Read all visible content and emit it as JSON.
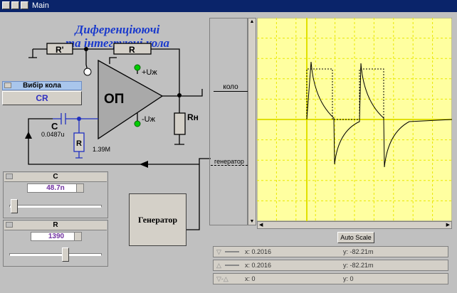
{
  "window": {
    "title": "Main"
  },
  "header": {
    "title_line1": "Диференціюючі",
    "title_line2": "та інтегруючі кола"
  },
  "circuit": {
    "r_prime_label": "R'",
    "r_label": "R",
    "opamp_label": "ОП",
    "plus_supply": "+Uж",
    "minus_supply": "-Uж",
    "load_label": "Rн",
    "c_label": "C",
    "c_value": "0.0487u",
    "r_small_label": "R",
    "r_value": "1.39M",
    "generator_label": "Генератор"
  },
  "chooser": {
    "title": "Вибір кола",
    "selected": "CR"
  },
  "slider_c": {
    "title": "C",
    "value": "48.7n",
    "level": 0.02
  },
  "slider_r": {
    "title": "R",
    "value": "1390",
    "level": 0.62
  },
  "tabs": {
    "circuit": "коло",
    "generator": "генератор"
  },
  "plot": {
    "auto_scale": "Auto Scale",
    "bg": "#ffffa0",
    "grid": "#e8e800"
  },
  "cursors": [
    {
      "marker": "▽",
      "x": "x: 0.2016",
      "y": "y: -82.21m"
    },
    {
      "marker": "△",
      "x": "x: 0.2016",
      "y": "y: -82.21m"
    },
    {
      "marker": "▽-△",
      "x": "x: 0",
      "y": "y: 0"
    }
  ]
}
